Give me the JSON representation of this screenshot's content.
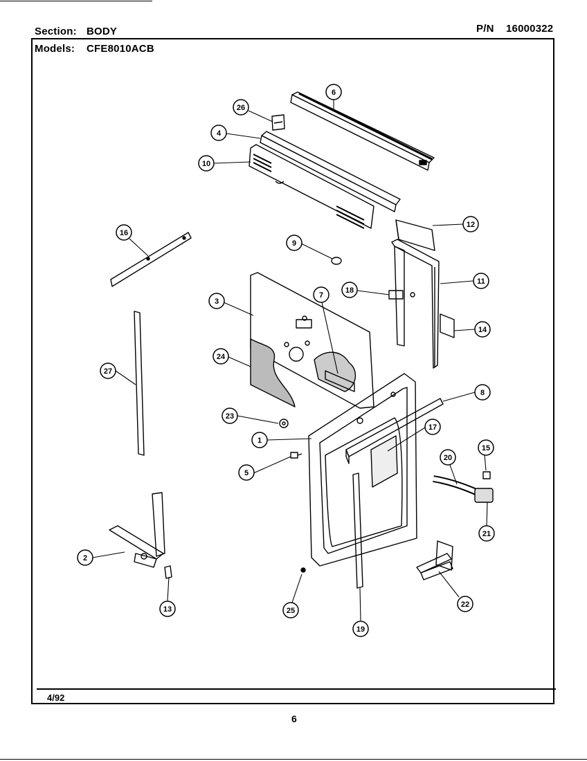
{
  "header": {
    "section_label": "Section:",
    "section_value": "BODY",
    "models_label": "Models:",
    "models_value": "CFE8010ACB",
    "pn_label": "P/N",
    "pn_value": "16000322"
  },
  "footer": {
    "date": "4/92",
    "page_number": "6"
  },
  "callouts": [
    "1",
    "2",
    "3",
    "4",
    "5",
    "6",
    "7",
    "8",
    "9",
    "10",
    "11",
    "12",
    "13",
    "14",
    "15",
    "16",
    "17",
    "18",
    "19",
    "20",
    "21",
    "22",
    "23",
    "24",
    "25",
    "26",
    "27"
  ]
}
